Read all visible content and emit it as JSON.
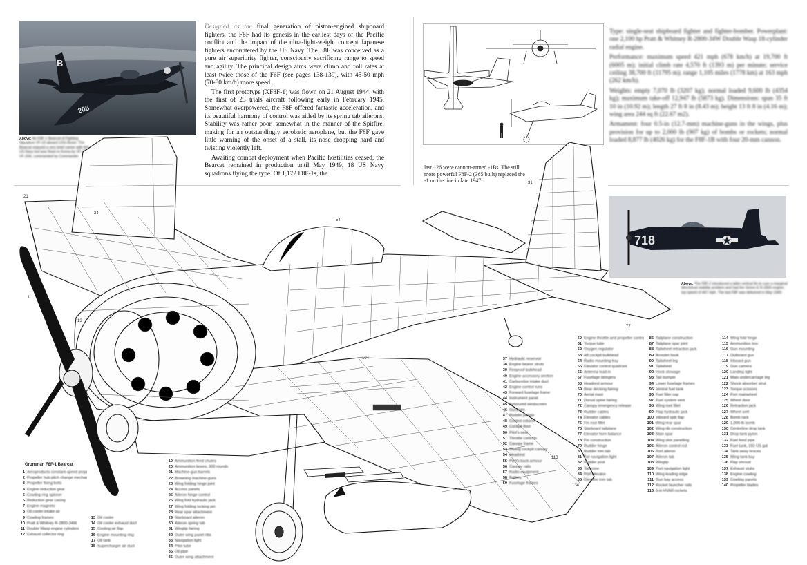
{
  "photo_top_left": {
    "codes": [
      "B",
      "208"
    ],
    "caption_label": "Above:",
    "caption_text": "An F8F-1 Bearcat of Fighting Squadron VF-19 aboard USS Boxer. The Bearcat enjoyed a very brief career with the US Navy but was flown in Korea by VF-19 and VF-20A, commanded by Commander"
  },
  "article": {
    "lead": "Designed as the",
    "paragraphs": [
      "final generation of piston-engined shipboard fighters, the F8F had its genesis in the earliest days of the Pacific conflict and the impact of the ultra-light-weight concept Japanese fighters encountered by the US Navy. The F8F was conceived as a pure air superiority fighter, consciously sacrificing range to speed and agility. The principal design aims were climb and roll rates at least twice those of the F6F (see pages 138-139), with 45-50 mph (70-80 km/h) more speed.",
      "The first prototype (XF8F-1) was flown on 21 August 1944, with the first of 23 trials aircraft following early in February 1945. Somewhat overpowered, the F8F offered fantastic acceleration, and its beautiful harmony of control was aided by its spring tab ailerons. Stability was rather poor, somewhat in the manner of the Spitfire, making for an outstandingly aerobatic aeroplane, but the F8F gave little warning of the onset of a stall, its nose dropping hard and twisting violently left.",
      "Awaiting combat deployment when Pacific hostilities ceased, the Bearcat remained in production until May 1949, 18 US Navy squadrons flying the type. Of 1,172 F8F-1s, the"
    ]
  },
  "middle_note": "last 126 were cannon-armed -1Bs. The still more powerful F8F-2 (365 built) replaced the -1 on the line in late 1947.",
  "right_text": {
    "paragraphs": [
      "Type: single-seat shipboard fighter and fighter-bomber. Powerplant: one 2,100 hp Pratt & Whitney R-2800-34W Double Wasp 18-cylinder radial engine.",
      "Performance: maximum speed 421 mph (678 km/h) at 19,700 ft (6005 m); initial climb rate 4,570 ft (1393 m) per minute; service ceiling 38,700 ft (11795 m); range 1,105 miles (1778 km) at 163 mph (262 km/h).",
      "Weights: empty 7,070 lb (3207 kg); normal loaded 9,600 lb (4354 kg); maximum take-off 12,947 lb (5873 kg). Dimensions: span 35 ft 10 in (10.92 m); length 27 ft 8 in (8.43 m); height 13 ft 8 in (4.16 m); wing area 244 sq ft (22.67 m2).",
      "Armament: four 0.5-in (12.7-mm) machine-guns in the wings, plus provision for up to 2,000 lb (907 kg) of bombs or rockets; normal loaded 8,877 lb (4026 kg) for the F8F-1B with four 20-mm cannon."
    ]
  },
  "photo_right": {
    "code": "718",
    "caption_label": "Above:",
    "caption_text": "The F8F-2 introduced a taller vertical fin to cure a marginal directional stability problem and had the Series E R-2800 engine; top speed of 447 mph. The last F8F was delivered in May 1949."
  },
  "key": {
    "title": "Grumman F8F-1 Bearcat",
    "col1": [
      {
        "n": "1",
        "t": "Aeroproducts constant-speed propeller"
      },
      {
        "n": "2",
        "t": "Propeller hub pitch change mechanism"
      },
      {
        "n": "3",
        "t": "Propeller fixing bolts"
      },
      {
        "n": "4",
        "t": "Engine reduction gear"
      },
      {
        "n": "5",
        "t": "Cowling ring spinner"
      },
      {
        "n": "6",
        "t": "Reduction gear casing"
      },
      {
        "n": "7",
        "t": "Engine magneto"
      },
      {
        "n": "8",
        "t": "Oil cooler intake air"
      },
      {
        "n": "9",
        "t": "Cowling frames"
      },
      {
        "n": "10",
        "t": "Pratt & Whitney R-2800-34W"
      },
      {
        "n": "11",
        "t": "Double Wasp engine cylinders"
      },
      {
        "n": "12",
        "t": "Exhaust collector ring"
      }
    ],
    "col2": [
      {
        "n": "13",
        "t": "Oil cooler"
      },
      {
        "n": "14",
        "t": "Oil cooler exhaust duct"
      },
      {
        "n": "15",
        "t": "Cooling air flap"
      },
      {
        "n": "16",
        "t": "Engine mounting ring"
      },
      {
        "n": "17",
        "t": "Oil tank"
      },
      {
        "n": "18",
        "t": "Supercharger air duct"
      }
    ],
    "col3": [
      {
        "n": "19",
        "t": "Ammunition feed chutes"
      },
      {
        "n": "20",
        "t": "Ammunition boxes, 300 rounds"
      },
      {
        "n": "21",
        "t": "Machine-gun barrels"
      },
      {
        "n": "22",
        "t": "Browning machine-guns"
      },
      {
        "n": "23",
        "t": "Wing folding hinge joint"
      },
      {
        "n": "24",
        "t": "Access panels"
      },
      {
        "n": "25",
        "t": "Aileron hinge control"
      },
      {
        "n": "26",
        "t": "Wing fold hydraulic jack"
      },
      {
        "n": "27",
        "t": "Wing folding locking pin"
      },
      {
        "n": "28",
        "t": "Rear spar attachment"
      },
      {
        "n": "29",
        "t": "Starboard aileron"
      },
      {
        "n": "30",
        "t": "Aileron spring tab"
      },
      {
        "n": "31",
        "t": "Wingtip fairing"
      },
      {
        "n": "32",
        "t": "Outer wing panel ribs"
      },
      {
        "n": "33",
        "t": "Navigation light"
      },
      {
        "n": "34",
        "t": "Pitot tube"
      },
      {
        "n": "35",
        "t": "Oil pipe"
      },
      {
        "n": "36",
        "t": "Outer wing attachment"
      }
    ],
    "col4": [
      {
        "n": "37",
        "t": "Hydraulic reservoir"
      },
      {
        "n": "38",
        "t": "Engine bearer struts"
      },
      {
        "n": "39",
        "t": "Fireproof bulkhead"
      },
      {
        "n": "40",
        "t": "Engine accessory section"
      },
      {
        "n": "41",
        "t": "Carburettor intake duct"
      },
      {
        "n": "42",
        "t": "Engine control runs"
      },
      {
        "n": "43",
        "t": "Forward fuselage frame"
      },
      {
        "n": "44",
        "t": "Instrument panel"
      },
      {
        "n": "45",
        "t": "Armoured windscreen"
      },
      {
        "n": "46",
        "t": "Gunsight"
      },
      {
        "n": "47",
        "t": "Rudder pedals"
      },
      {
        "n": "48",
        "t": "Control column"
      },
      {
        "n": "49",
        "t": "Cockpit floor"
      },
      {
        "n": "50",
        "t": "Pilot's seat"
      },
      {
        "n": "51",
        "t": "Throttle controls"
      },
      {
        "n": "52",
        "t": "Canopy frame"
      },
      {
        "n": "53",
        "t": "Sliding cockpit canopy"
      },
      {
        "n": "54",
        "t": "Headrest"
      },
      {
        "n": "55",
        "t": "Pilot's back armour"
      },
      {
        "n": "56",
        "t": "Canopy rails"
      },
      {
        "n": "57",
        "t": "Radio equipment"
      },
      {
        "n": "58",
        "t": "Battery"
      },
      {
        "n": "59",
        "t": "Fuselage frames"
      }
    ],
    "col5": [
      {
        "n": "60",
        "t": "Engine throttle and propeller controls"
      },
      {
        "n": "61",
        "t": "Torque tube"
      },
      {
        "n": "62",
        "t": "Oxygen regulator"
      },
      {
        "n": "63",
        "t": "Aft cockpit bulkhead"
      },
      {
        "n": "64",
        "t": "Radio mounting tray"
      },
      {
        "n": "65",
        "t": "Elevator control quadrant"
      },
      {
        "n": "66",
        "t": "Antenna lead-in"
      },
      {
        "n": "67",
        "t": "Fuselage stringers"
      },
      {
        "n": "68",
        "t": "Headrest armour"
      },
      {
        "n": "69",
        "t": "Rear decking fairing"
      },
      {
        "n": "70",
        "t": "Aerial mast"
      },
      {
        "n": "71",
        "t": "Dorsal spine fairing"
      },
      {
        "n": "72",
        "t": "Canopy emergency release"
      },
      {
        "n": "73",
        "t": "Rudder cables"
      },
      {
        "n": "74",
        "t": "Elevator cables"
      },
      {
        "n": "75",
        "t": "Fin root fillet"
      },
      {
        "n": "76",
        "t": "Starboard tailplane"
      },
      {
        "n": "77",
        "t": "Elevator horn balance"
      },
      {
        "n": "78",
        "t": "Fin construction"
      },
      {
        "n": "79",
        "t": "Rudder hinge"
      },
      {
        "n": "80",
        "t": "Rudder trim tab"
      },
      {
        "n": "81",
        "t": "Tail navigation light"
      },
      {
        "n": "82",
        "t": "Rudder post"
      },
      {
        "n": "83",
        "t": "Tail cone"
      },
      {
        "n": "84",
        "t": "Port elevator"
      },
      {
        "n": "85",
        "t": "Elevator trim tab"
      }
    ],
    "col6": [
      {
        "n": "86",
        "t": "Tailplane construction"
      },
      {
        "n": "87",
        "t": "Tailplane spar joint"
      },
      {
        "n": "88",
        "t": "Tailwheel retraction jack"
      },
      {
        "n": "89",
        "t": "Arrester hook"
      },
      {
        "n": "90",
        "t": "Tailwheel leg"
      },
      {
        "n": "91",
        "t": "Tailwheel"
      },
      {
        "n": "92",
        "t": "Hook stowage"
      },
      {
        "n": "93",
        "t": "Tail bumper"
      },
      {
        "n": "94",
        "t": "Lower fuselage frames"
      },
      {
        "n": "95",
        "t": "Ventral fuel tank"
      },
      {
        "n": "96",
        "t": "Fuel filler cap"
      },
      {
        "n": "97",
        "t": "Fuel system vent"
      },
      {
        "n": "98",
        "t": "Wing root fillet"
      },
      {
        "n": "99",
        "t": "Flap hydraulic jack"
      },
      {
        "n": "100",
        "t": "Inboard split flap"
      },
      {
        "n": "101",
        "t": "Wing rear spar"
      },
      {
        "n": "102",
        "t": "Wing rib construction"
      },
      {
        "n": "103",
        "t": "Main spar"
      },
      {
        "n": "104",
        "t": "Wing skin panelling"
      },
      {
        "n": "105",
        "t": "Aileron control rod"
      },
      {
        "n": "106",
        "t": "Port aileron"
      },
      {
        "n": "107",
        "t": "Aileron tab"
      },
      {
        "n": "108",
        "t": "Wingtip"
      },
      {
        "n": "109",
        "t": "Port navigation light"
      },
      {
        "n": "110",
        "t": "Wing leading edge"
      },
      {
        "n": "111",
        "t": "Gun bay access"
      },
      {
        "n": "112",
        "t": "Rocket launcher rails"
      },
      {
        "n": "113",
        "t": "5-in HVAR rockets"
      }
    ],
    "col7": [
      {
        "n": "114",
        "t": "Wing fold hinge"
      },
      {
        "n": "115",
        "t": "Ammunition box"
      },
      {
        "n": "116",
        "t": "Gun mounting"
      },
      {
        "n": "117",
        "t": "Outboard gun"
      },
      {
        "n": "118",
        "t": "Inboard gun"
      },
      {
        "n": "119",
        "t": "Gun camera"
      },
      {
        "n": "120",
        "t": "Landing light"
      },
      {
        "n": "121",
        "t": "Main undercarriage leg"
      },
      {
        "n": "122",
        "t": "Shock absorber strut"
      },
      {
        "n": "123",
        "t": "Torque scissors"
      },
      {
        "n": "124",
        "t": "Port mainwheel"
      },
      {
        "n": "125",
        "t": "Wheel door"
      },
      {
        "n": "126",
        "t": "Retraction jack"
      },
      {
        "n": "127",
        "t": "Wheel well"
      },
      {
        "n": "128",
        "t": "Bomb rack"
      },
      {
        "n": "129",
        "t": "1,000-lb bomb"
      },
      {
        "n": "130",
        "t": "Centreline drop tank"
      },
      {
        "n": "131",
        "t": "Drop tank pylon"
      },
      {
        "n": "132",
        "t": "Fuel feed pipe"
      },
      {
        "n": "133",
        "t": "Fuel tank, 150 US gal"
      },
      {
        "n": "134",
        "t": "Tank sway braces"
      },
      {
        "n": "135",
        "t": "Wing tank bay"
      },
      {
        "n": "136",
        "t": "Flap shroud"
      },
      {
        "n": "137",
        "t": "Exhaust stubs"
      },
      {
        "n": "138",
        "t": "Engine cowling"
      },
      {
        "n": "139",
        "t": "Cowling panels"
      },
      {
        "n": "140",
        "t": "Propeller blades"
      }
    ]
  },
  "callouts": [
    "1",
    "13",
    "54",
    "104",
    "113",
    "134",
    "21",
    "24",
    "31",
    "77"
  ],
  "colors": {
    "ink": "#111111",
    "paper": "#ffffff",
    "dark_plane": "#1b2230",
    "sky_photo": "#cdd3d8"
  },
  "icons": [
    "propeller-icon",
    "star-insignia-icon",
    "pilot-figure-icon",
    "arrow-icon"
  ]
}
